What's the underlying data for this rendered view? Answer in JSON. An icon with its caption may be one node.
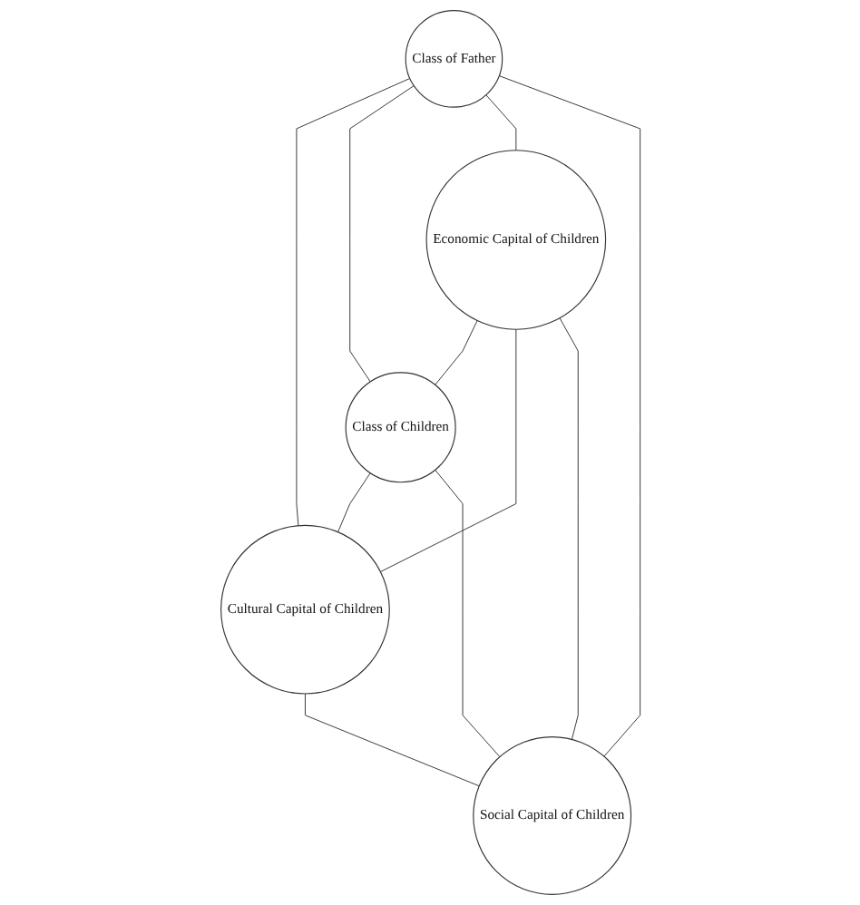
{
  "diagram": {
    "nodes": [
      {
        "text": [
          "Class of Father"
        ]
      },
      {
        "text": [
          "Cultural Capital of Children"
        ]
      },
      {
        "text": [
          "Economic Capital of Children"
        ]
      },
      {
        "text": [
          "Social Capital of Children"
        ]
      },
      {
        "text": [
          "Class of Children"
        ]
      }
    ],
    "edges": [
      {
        "from": 0,
        "to": 1,
        "arrow": "none"
      },
      {
        "from": 0,
        "to": 4,
        "arrow": "none"
      },
      {
        "from": 0,
        "to": 2,
        "arrow": "none"
      },
      {
        "from": 2,
        "to": 4,
        "arrow": "none"
      },
      {
        "from": 0,
        "to": 3,
        "arrow": "none"
      },
      {
        "from": 2,
        "to": 1,
        "arrow": "none"
      },
      {
        "from": 2,
        "to": 3,
        "arrow": "none"
      },
      {
        "from": 4,
        "to": 1,
        "arrow": "none"
      },
      {
        "from": 4,
        "to": 3,
        "arrow": "none"
      },
      {
        "from": 1,
        "to": 3,
        "arrow": "none"
      }
    ]
  }
}
